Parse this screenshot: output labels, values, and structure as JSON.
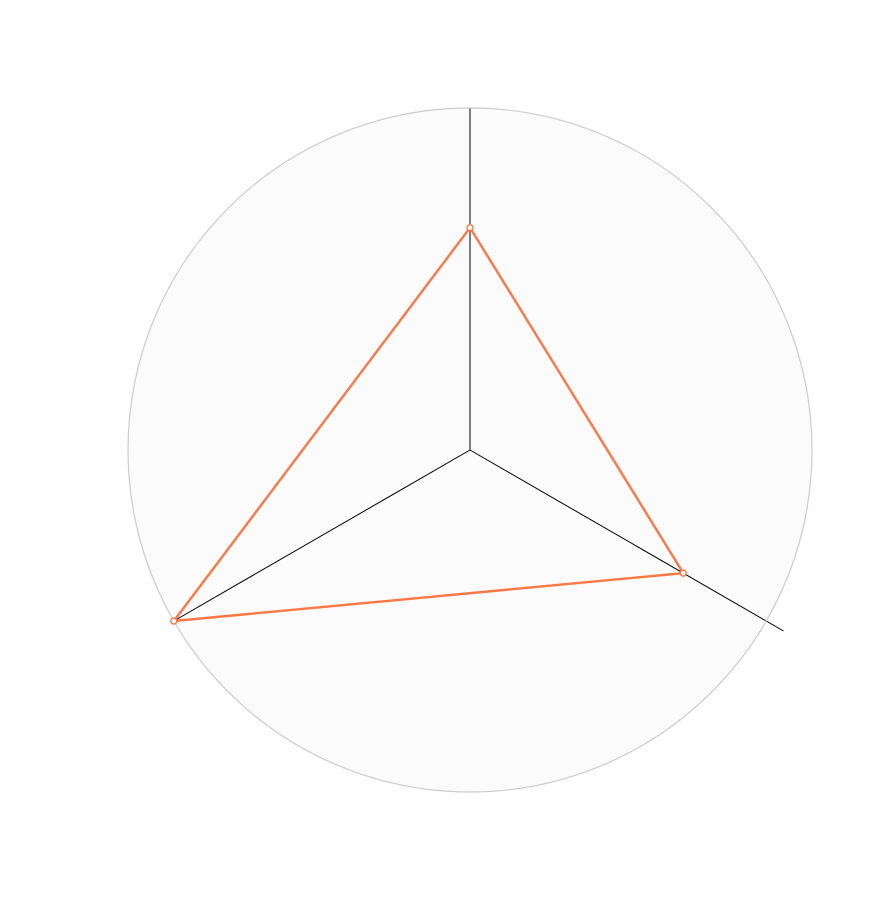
{
  "chart_data": {
    "type": "radar",
    "axes": [
      "",
      "",
      ""
    ],
    "series": [
      {
        "values": [
          0.65,
          0.72,
          1.0
        ],
        "data_labels": [
          "",
          "",
          ""
        ]
      }
    ],
    "rlim": [
      0,
      1
    ],
    "grid": false,
    "legend": "none",
    "colors": {
      "series": "#ff7744",
      "plot_background": "#fbfbfb",
      "outer_ring": "#cccccc",
      "spokes": "#000000",
      "marker_fill": "#ffffff"
    }
  }
}
